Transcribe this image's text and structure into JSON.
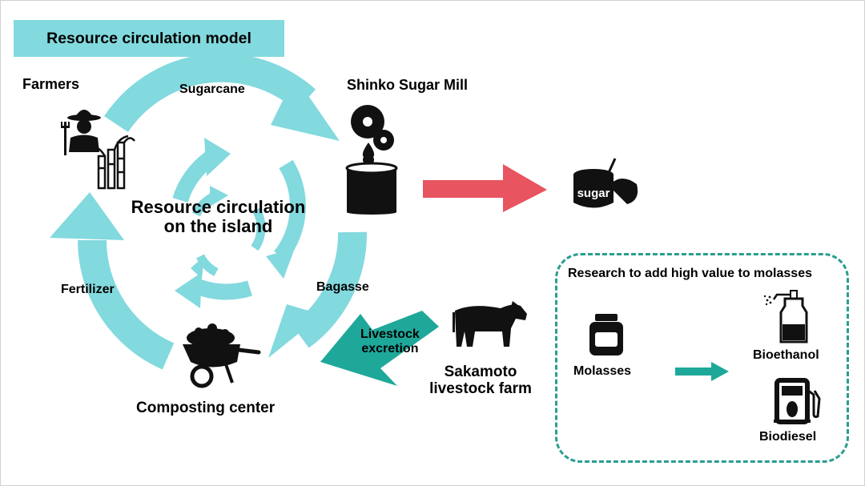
{
  "title": "Resource circulation model",
  "nodes": {
    "farmers": "Farmers",
    "sugar_mill": "Shinko Sugar Mill",
    "composting_center": "Composting center",
    "livestock_farm_line1": "Sakamoto",
    "livestock_farm_line2": "livestock farm"
  },
  "flows": {
    "sugarcane": "Sugarcane",
    "bagasse": "Bagasse",
    "fertilizer": "Fertilizer",
    "livestock_excretion_line1": "Livestock",
    "livestock_excretion_line2": "excretion"
  },
  "center": {
    "line1": "Resource circulation",
    "line2": "on the island"
  },
  "sugar_product": "sugar",
  "research": {
    "heading": "Research to add high value to molasses",
    "molasses": "Molasses",
    "bioethanol": "Bioethanol",
    "biodiesel": "Biodiesel"
  },
  "colors": {
    "cycle": "#82d9de",
    "sugar_arrow": "#e8545f",
    "teal": "#1ea89a",
    "icon": "#111111"
  },
  "icons": [
    "farmer-icon",
    "sugarcane-icon",
    "sugar-mill-icon",
    "sugar-pot-icon",
    "cow-icon",
    "wheelbarrow-icon",
    "molasses-jar-icon",
    "ethanol-bottle-icon",
    "fuel-pump-icon"
  ]
}
